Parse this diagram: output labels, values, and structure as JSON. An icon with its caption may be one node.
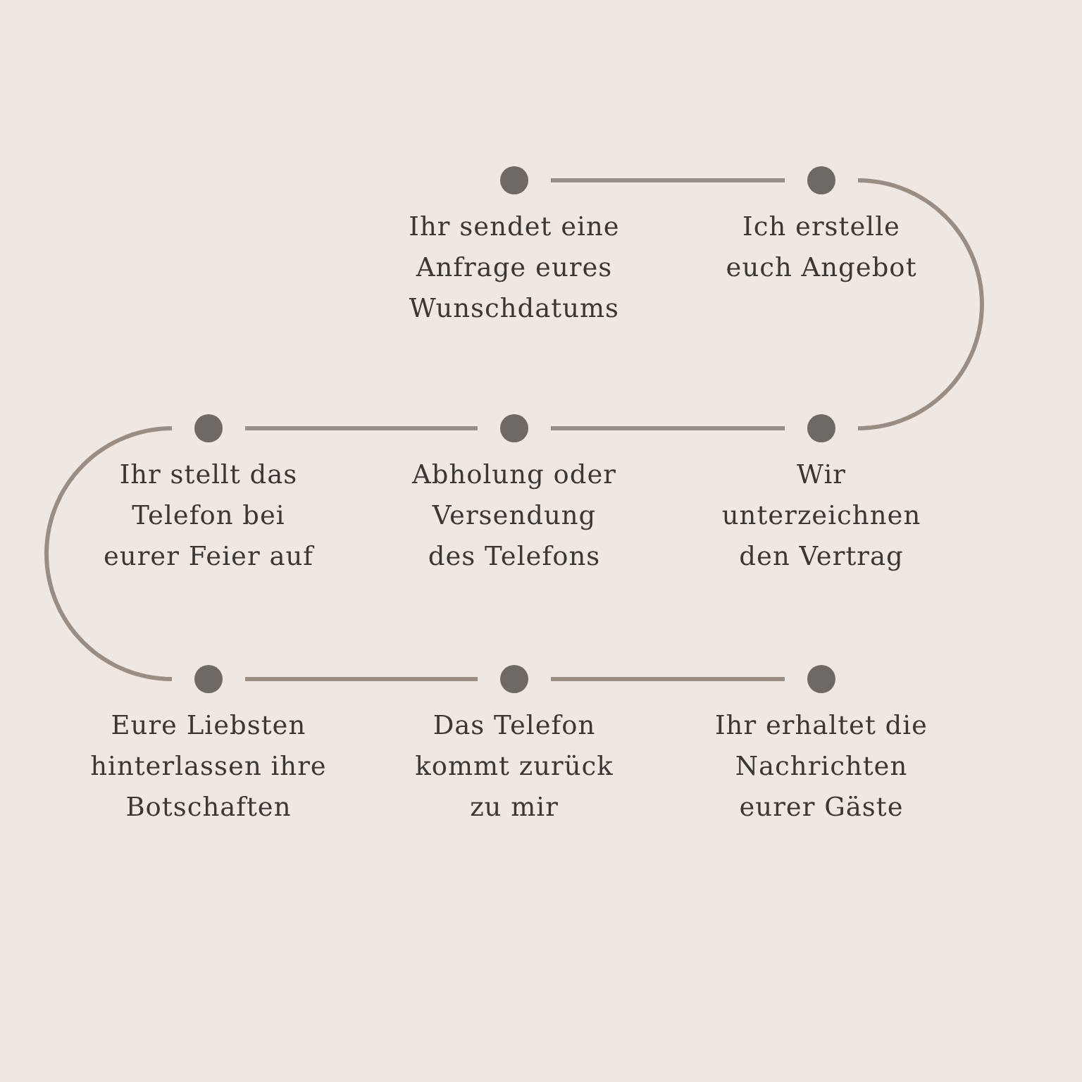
{
  "diagram": {
    "nodes": [
      {
        "text": [
          "Ihr sendet eine Anfrage eures Wunschdatums"
        ]
      },
      {
        "text": [
          "Ich erstelle euch Angebot"
        ]
      },
      {
        "text": [
          "Wir unterzeichnen den Vertrag"
        ]
      },
      {
        "text": [
          "Abholung oder Versendung des Telefons"
        ]
      },
      {
        "text": [
          "Ihr stellt das Telefon bei eurer Feier auf"
        ]
      },
      {
        "text": [
          "Eure Liebsten hinterlassen ihre Botschaften"
        ]
      },
      {
        "text": [
          "Das Telefon kommt zurück zu mir"
        ]
      },
      {
        "text": [
          "Ihr erhaltet die Nachrichten eurer Gäste"
        ]
      }
    ],
    "edges": [
      {
        "from": 0,
        "to": 1,
        "arrow": "none"
      },
      {
        "from": 1,
        "to": 2,
        "arrow": "none"
      },
      {
        "from": 2,
        "to": 3,
        "arrow": "none"
      },
      {
        "from": 3,
        "to": 4,
        "arrow": "none"
      },
      {
        "from": 4,
        "to": 5,
        "arrow": "none"
      },
      {
        "from": 5,
        "to": 6,
        "arrow": "none"
      },
      {
        "from": 6,
        "to": 7,
        "arrow": "none"
      }
    ]
  }
}
